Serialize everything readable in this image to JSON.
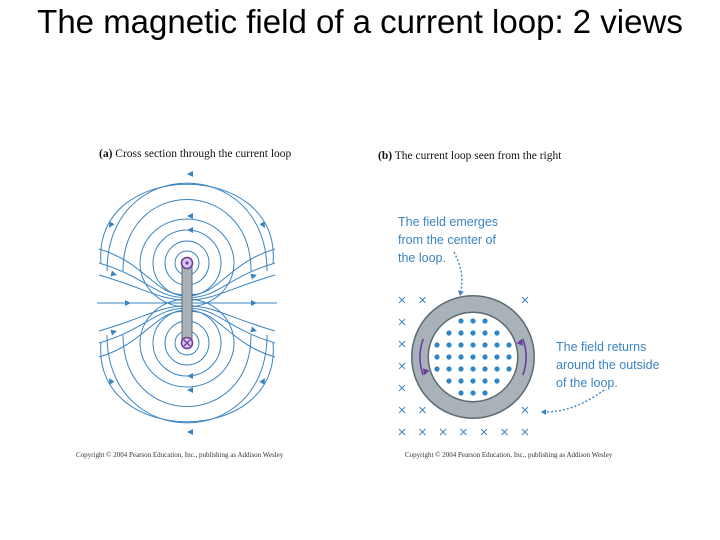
{
  "slide": {
    "title": "The magnetic field of a current loop:  2 views"
  },
  "panel_a": {
    "caption_letter": "(a)",
    "caption_text": "Cross section through the current loop",
    "copyright": "Copyright © 2004 Pearson Education, Inc., publishing as Addison Wesley"
  },
  "panel_b": {
    "caption_letter": "(b)",
    "caption_text": "The current loop seen from the right",
    "note_emerges": [
      "The field emerges",
      "from the center of",
      "the loop."
    ],
    "note_returns": [
      "The field returns",
      "around the outside",
      "of the loop."
    ],
    "copyright": "Copyright © 2004 Pearson Education, Inc., publishing as Addison Wesley"
  },
  "colors": {
    "field_lines": "#3b84c2",
    "loop_gray": "#a8b2b8",
    "current_arrow": "#6b3fa0",
    "dots": "#2f86c6"
  }
}
